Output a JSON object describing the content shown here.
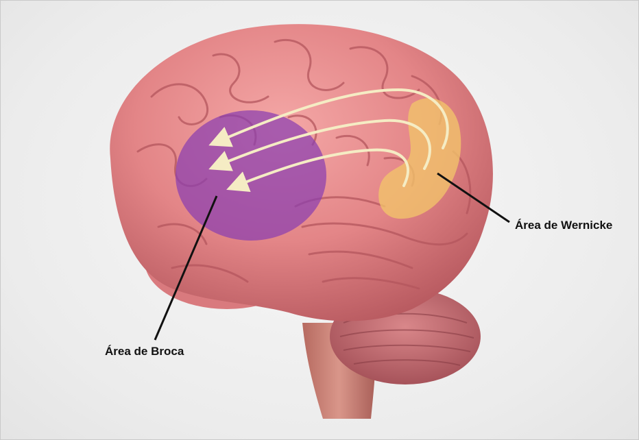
{
  "labels": {
    "broca": "Área de Broca",
    "wernicke": "Área de Wernicke"
  },
  "colors": {
    "background": "#ececec",
    "brain": "#e58a8c",
    "brain_shadow": "#b85a60",
    "broca_region": "#8a3fb0",
    "wernicke_region": "#f2c46a",
    "arrows": "#f5ecc4",
    "pointer_lines": "#111111"
  },
  "illustration": {
    "subject": "brain-3d-render",
    "arrow_count": 3
  }
}
